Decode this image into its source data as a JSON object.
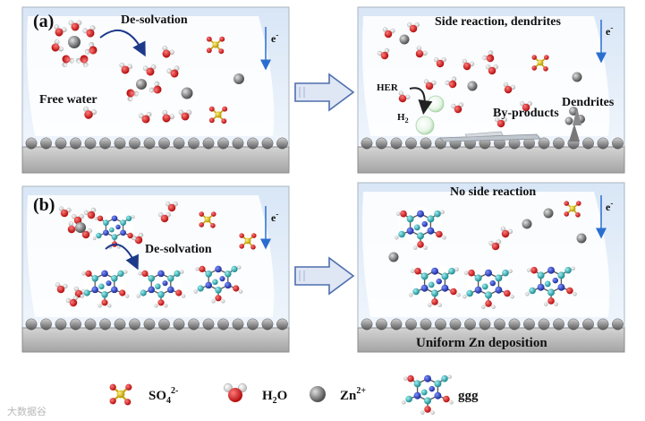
{
  "panel_a": {
    "tag": "(a)",
    "desolvation": "De-solvation",
    "free_water": "Free water",
    "electron": "e",
    "electron_sup": "-",
    "side_title": "Side reaction, dendrites",
    "her": "HER",
    "h2": "H",
    "h2_sub": "2",
    "byproducts": "By-products",
    "dendrites": "Dendrites"
  },
  "panel_b": {
    "tag": "(b)",
    "desolvation": "De-solvation",
    "electron": "e",
    "electron_sup": "-",
    "no_side": "No side reaction",
    "uniform": "Uniform Zn deposition"
  },
  "legend": {
    "so4": "SO",
    "so4_sub": "4",
    "so4_sup": "2-",
    "h2o_a": "H",
    "h2o_sub": "2",
    "h2o_b": "O",
    "zn": "Zn",
    "zn_sup": "2+",
    "ggg": "ggg"
  },
  "watermark": "大数据谷",
  "colors": {
    "oxygen": "#d81e1e",
    "hydrogen": "#f2f2f2",
    "zinc": "#8a8a8a",
    "sulfur": "#e6c418",
    "carbon": "#2fb3b8",
    "nitrogen": "#2140c8",
    "arrow": "#3b5fb5",
    "electron_arrow": "#2a6fd0"
  }
}
